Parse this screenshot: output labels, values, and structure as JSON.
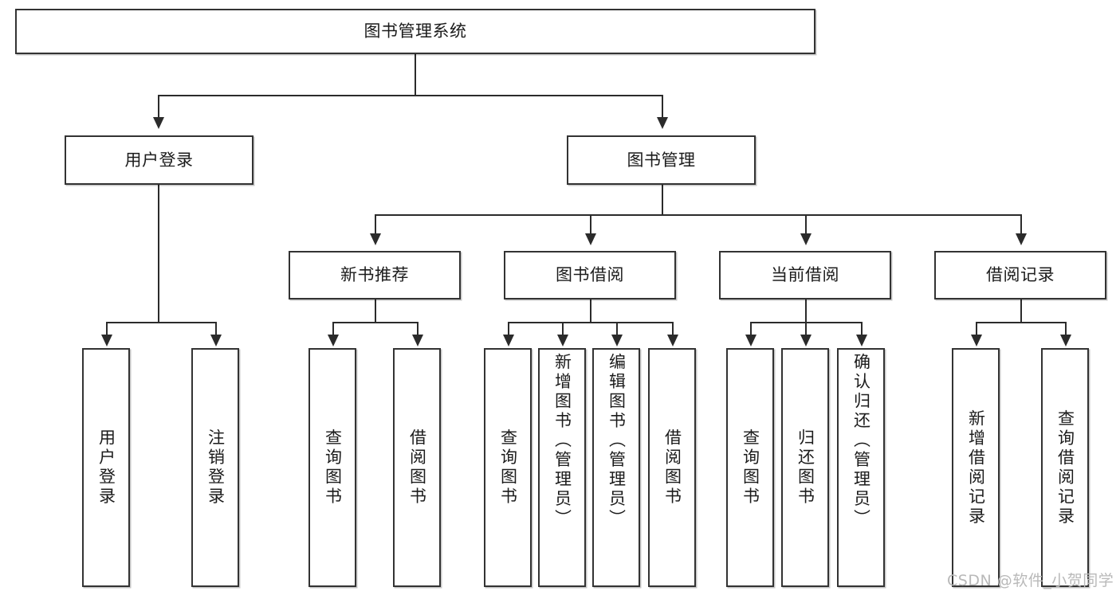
{
  "diagram": {
    "title_node": {
      "label": "图书管理系统"
    },
    "level2": [
      {
        "id": "user-login",
        "label": "用户登录"
      },
      {
        "id": "book-management",
        "label": "图书管理"
      }
    ],
    "level3": [
      {
        "id": "new-book-recommend",
        "label": "新书推荐"
      },
      {
        "id": "book-borrow",
        "label": "图书借阅"
      },
      {
        "id": "current-borrow",
        "label": "当前借阅"
      },
      {
        "id": "borrow-record",
        "label": "借阅记录"
      }
    ],
    "leaves": {
      "user_login": [
        {
          "id": "leaf-user-login",
          "label": "用户登录"
        },
        {
          "id": "leaf-logout-login",
          "label": "注销登录"
        }
      ],
      "new_book_recommend": [
        {
          "id": "leaf-query-book-1",
          "label": "查询图书"
        },
        {
          "id": "leaf-borrow-book-1",
          "label": "借阅图书"
        }
      ],
      "book_borrow": [
        {
          "id": "leaf-query-book-2",
          "label": "查询图书"
        },
        {
          "id": "leaf-add-book",
          "label": "新增图书（管理员）"
        },
        {
          "id": "leaf-edit-book",
          "label": "编辑图书（管理员）"
        },
        {
          "id": "leaf-borrow-book-2",
          "label": "借阅图书"
        }
      ],
      "current_borrow": [
        {
          "id": "leaf-query-book-3",
          "label": "查询图书"
        },
        {
          "id": "leaf-return-book",
          "label": "归还图书"
        },
        {
          "id": "leaf-confirm-return",
          "label": "确认归还（管理员）"
        }
      ],
      "borrow_record": [
        {
          "id": "leaf-add-record",
          "label": "新增借阅记录"
        },
        {
          "id": "leaf-query-record",
          "label": "查询借阅记录"
        }
      ]
    }
  },
  "watermark": {
    "text": "CSDN @软件_小贺同学"
  },
  "colors": {
    "box_border": "#333333",
    "line": "#2b2b2b",
    "text": "#1b1b1b",
    "background": "#ffffff",
    "watermark": "#b9b9b9"
  }
}
